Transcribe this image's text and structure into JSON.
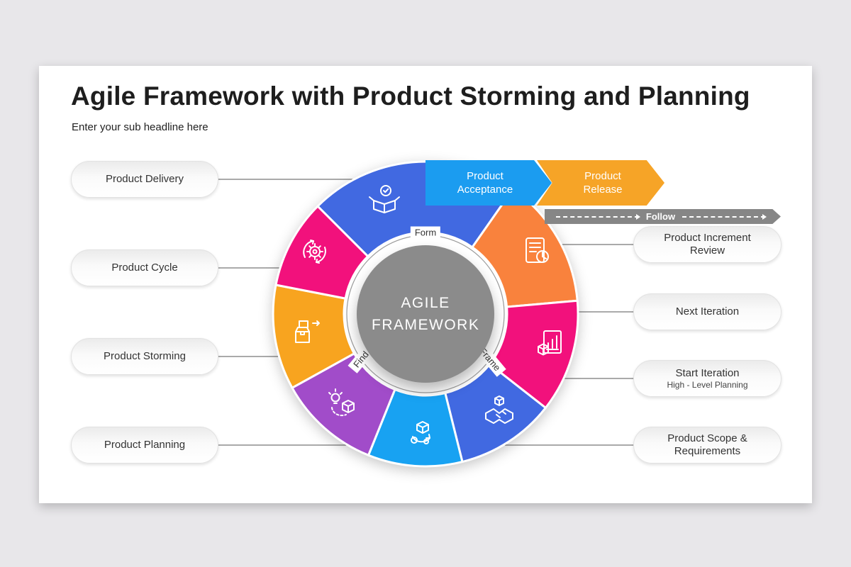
{
  "title": "Agile Framework with Product Storming and Planning",
  "subtitle": "Enter your sub headline here",
  "center_label": "AGILE FRAMEWORK",
  "ring_labels": {
    "top": "Form",
    "bottom_left": "Find",
    "bottom_right": "Frame"
  },
  "banners": [
    {
      "label": "Product Acceptance",
      "color": "#1B9CF0"
    },
    {
      "label": "Product Release",
      "color": "#F6A427"
    }
  ],
  "follow": {
    "label": "Follow",
    "color": "#868686"
  },
  "left_items": [
    {
      "label": "Product Delivery"
    },
    {
      "label": "Product Cycle"
    },
    {
      "label": "Product Storming"
    },
    {
      "label": "Product Planning"
    }
  ],
  "right_items": [
    {
      "label": "Product Increment Review",
      "sub": ""
    },
    {
      "label": "Next Iteration",
      "sub": ""
    },
    {
      "label": "Start Iteration",
      "sub": "High - Level Planning"
    },
    {
      "label": "Product Scope & Requirements",
      "sub": ""
    }
  ],
  "segments": [
    {
      "name": "product-delivery-segment",
      "color": "#4169E1",
      "icon": "open-box-check-icon"
    },
    {
      "name": "product-acceptance-segment",
      "color": "#F9823D",
      "icon": "document-review-icon"
    },
    {
      "name": "increment-review-segment",
      "color": "#F2117C",
      "icon": "report-chart-icon"
    },
    {
      "name": "collaboration-segment",
      "color": "#4169E1",
      "icon": "handshake-box-icon"
    },
    {
      "name": "iteration-segment",
      "color": "#18A2F2",
      "icon": "recycle-box-icon"
    },
    {
      "name": "product-planning-segment",
      "color": "#A14CC9",
      "icon": "idea-box-icon"
    },
    {
      "name": "product-storming-segment",
      "color": "#F8A41F",
      "icon": "package-stack-icon"
    },
    {
      "name": "product-cycle-segment",
      "color": "#F2117C",
      "icon": "process-gear-icon"
    }
  ],
  "colors": {
    "center_gray": "#8B8B8B",
    "follow_gray": "#868686",
    "banner_blue": "#1B9CF0",
    "banner_orange": "#F6A427",
    "royal_blue": "#4169E1",
    "pink": "#F2117C",
    "orange": "#F8A41F",
    "coral": "#F9823D",
    "cyan": "#18A2F2",
    "purple": "#A14CC9",
    "page_background": "#E8E7EA"
  }
}
